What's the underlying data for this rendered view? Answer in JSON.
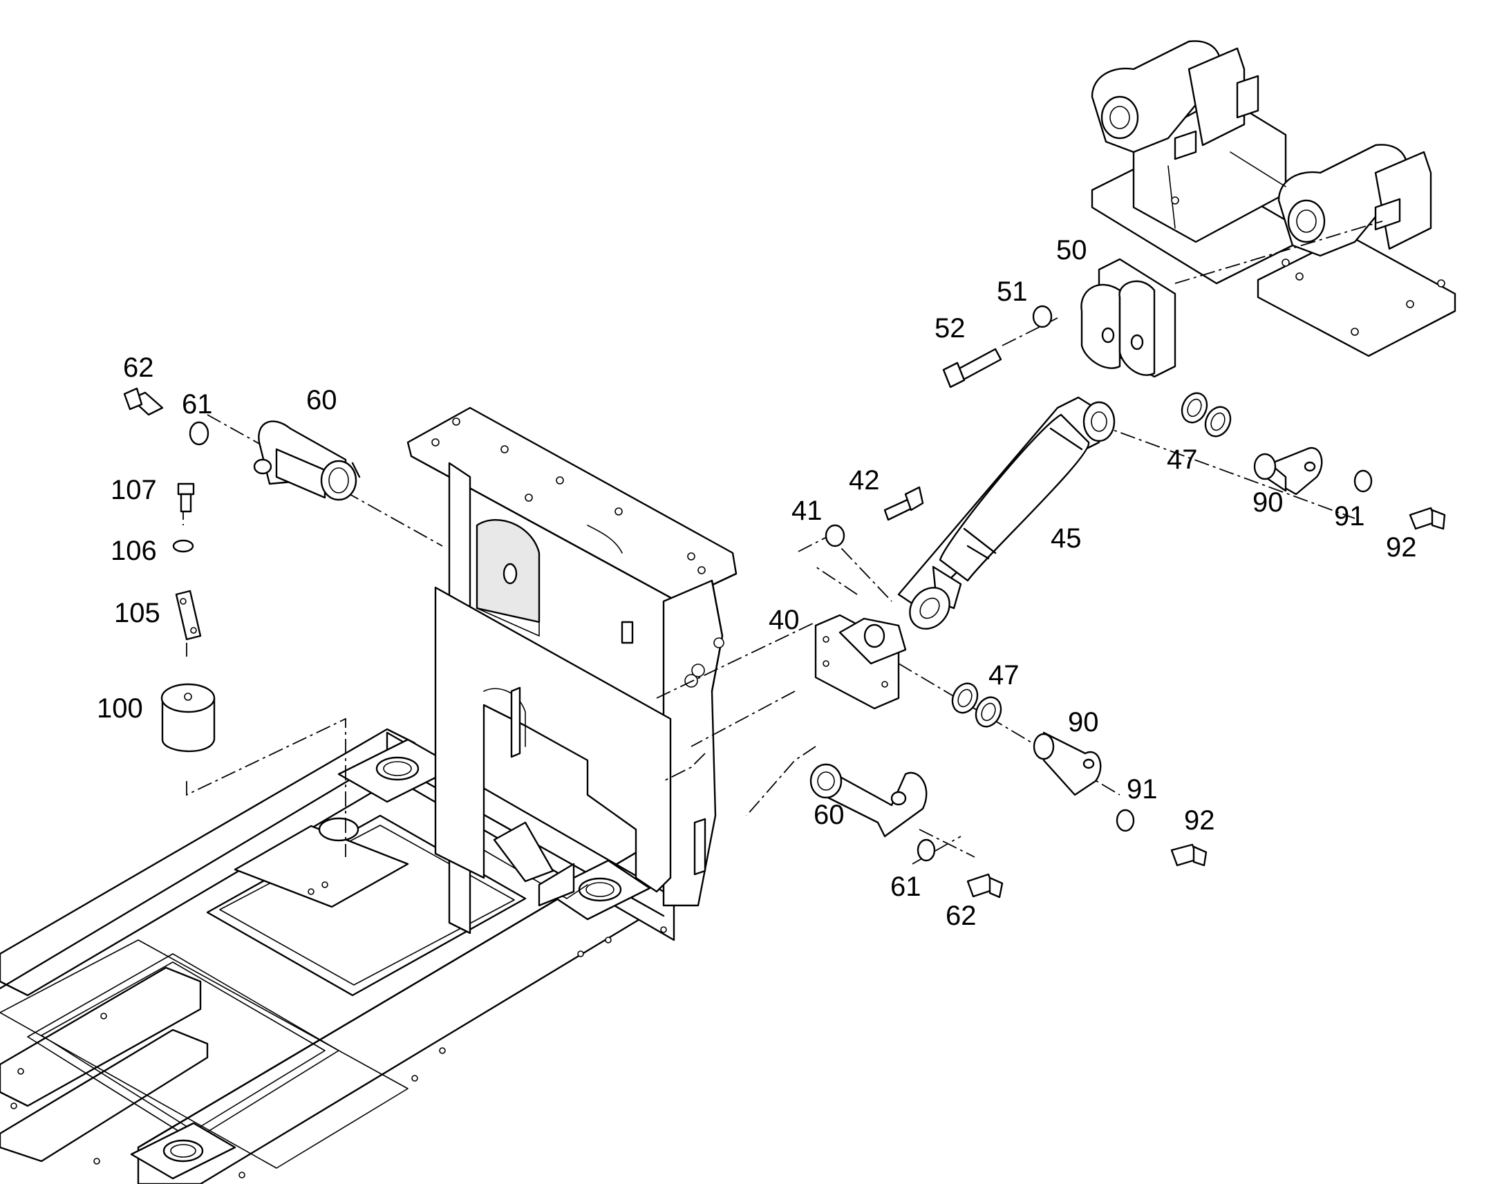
{
  "callouts": {
    "c62a": "62",
    "c61a": "61",
    "c60a": "60",
    "c107": "107",
    "c106": "106",
    "c105": "105",
    "c100": "100",
    "c52": "52",
    "c51": "51",
    "c50": "50",
    "c47a": "47",
    "c47b": "47",
    "c45": "45",
    "c42": "42",
    "c41": "41",
    "c40": "40",
    "c90a": "90",
    "c91a": "91",
    "c92a": "92",
    "c90b": "90",
    "c91b": "91",
    "c92b": "92",
    "c60b": "60",
    "c61b": "61",
    "c62b": "62"
  }
}
